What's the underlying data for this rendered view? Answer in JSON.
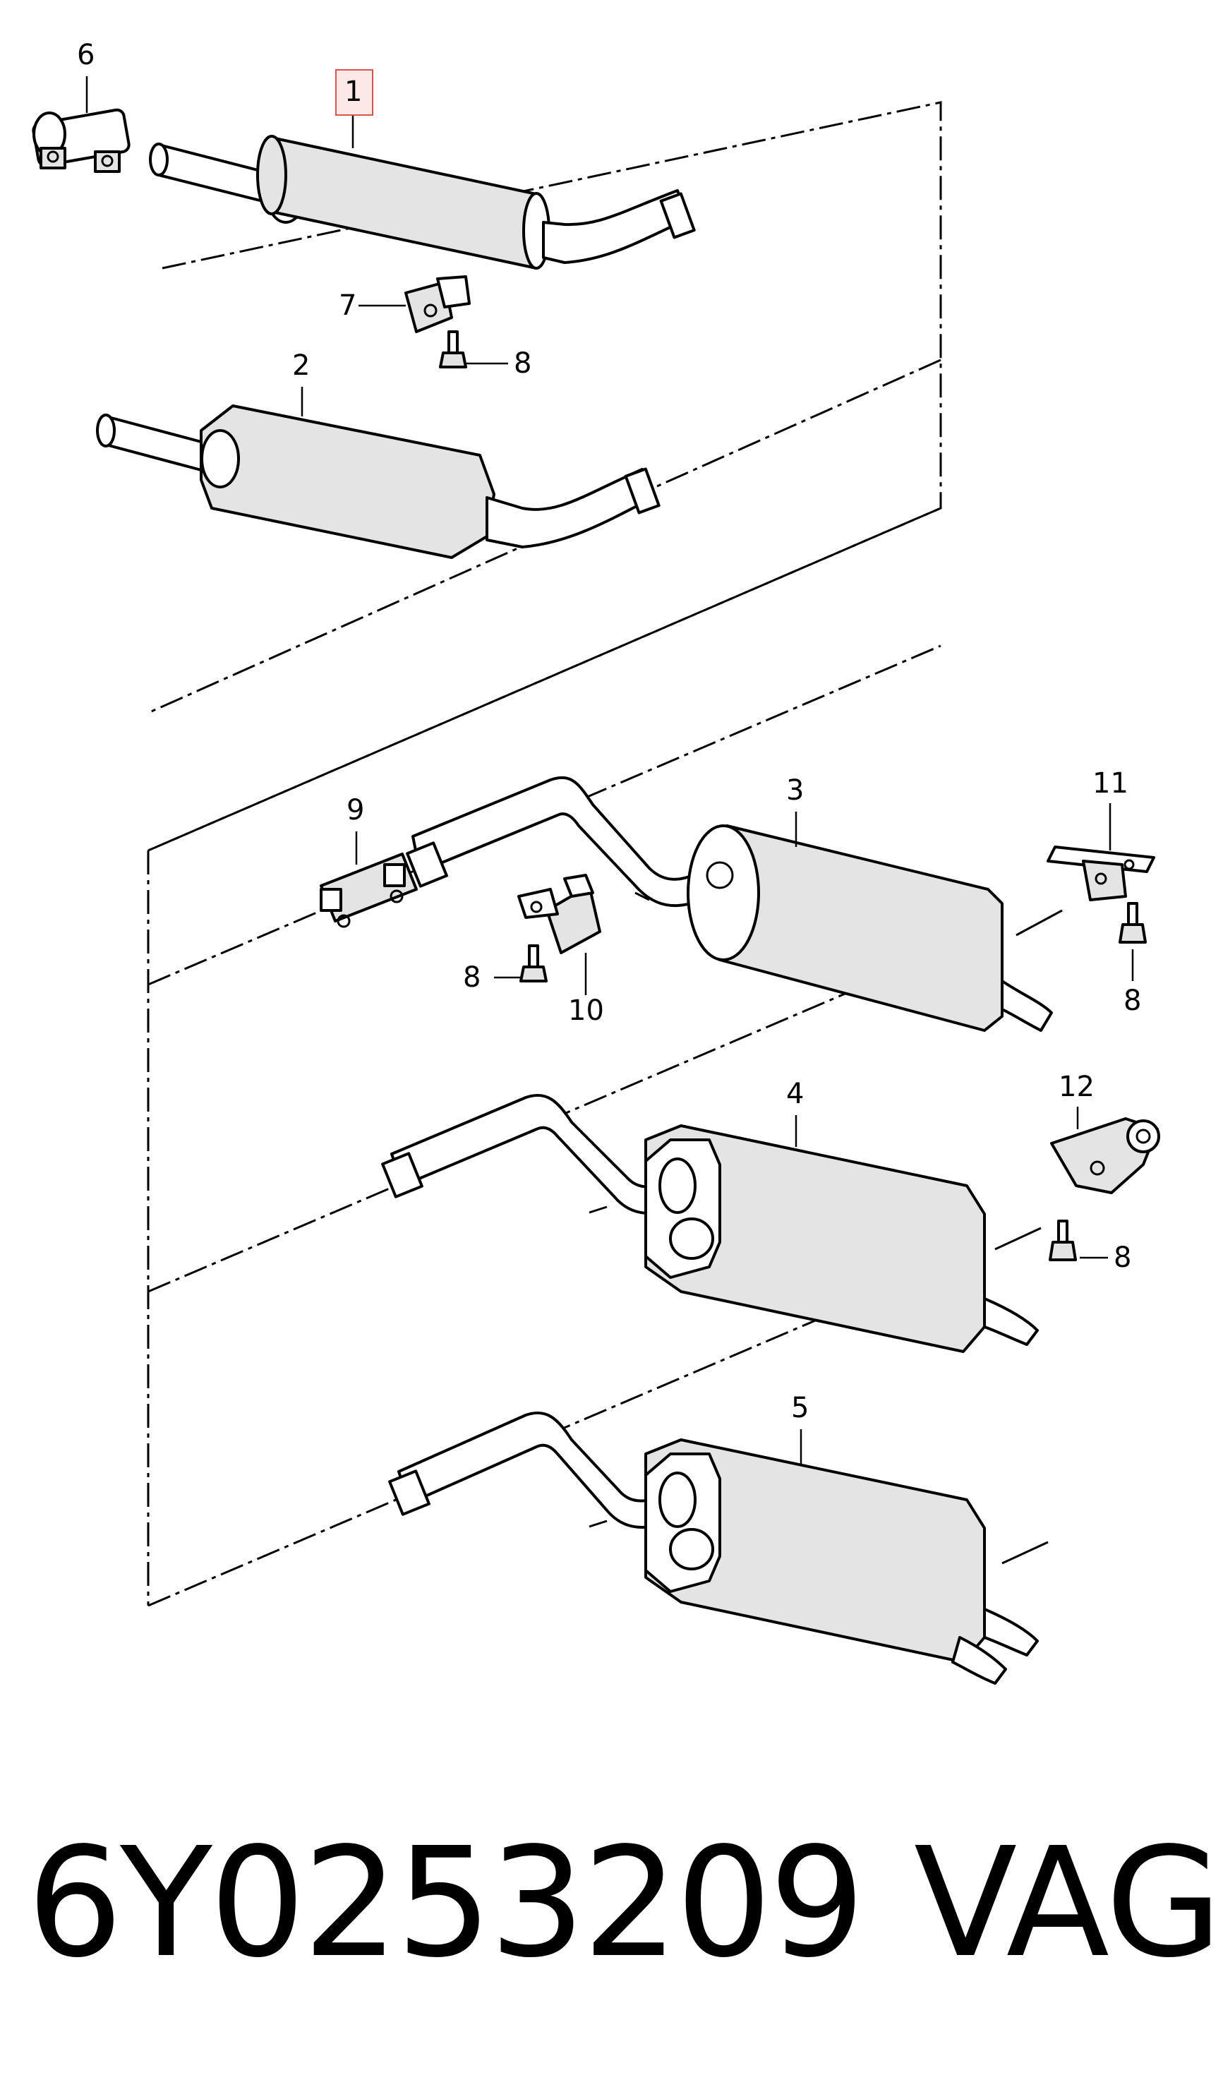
{
  "callouts": [
    {
      "id": "1",
      "label": "1",
      "highlighted": true
    },
    {
      "id": "2",
      "label": "2"
    },
    {
      "id": "3",
      "label": "3"
    },
    {
      "id": "4",
      "label": "4"
    },
    {
      "id": "5",
      "label": "5"
    },
    {
      "id": "6",
      "label": "6"
    },
    {
      "id": "7",
      "label": "7"
    },
    {
      "id": "8a",
      "label": "8"
    },
    {
      "id": "8b",
      "label": "8"
    },
    {
      "id": "8c",
      "label": "8"
    },
    {
      "id": "8d",
      "label": "8"
    },
    {
      "id": "9",
      "label": "9"
    },
    {
      "id": "10",
      "label": "10"
    },
    {
      "id": "11",
      "label": "11"
    },
    {
      "id": "12",
      "label": "12"
    }
  ],
  "footer": {
    "part_number": "6Y0253209",
    "brand": "VAG"
  },
  "colors": {
    "line": "#000000",
    "highlight_border": "#d9534f",
    "highlight_fill": "#fde8e8",
    "part_fill": "#e4e4e4"
  }
}
